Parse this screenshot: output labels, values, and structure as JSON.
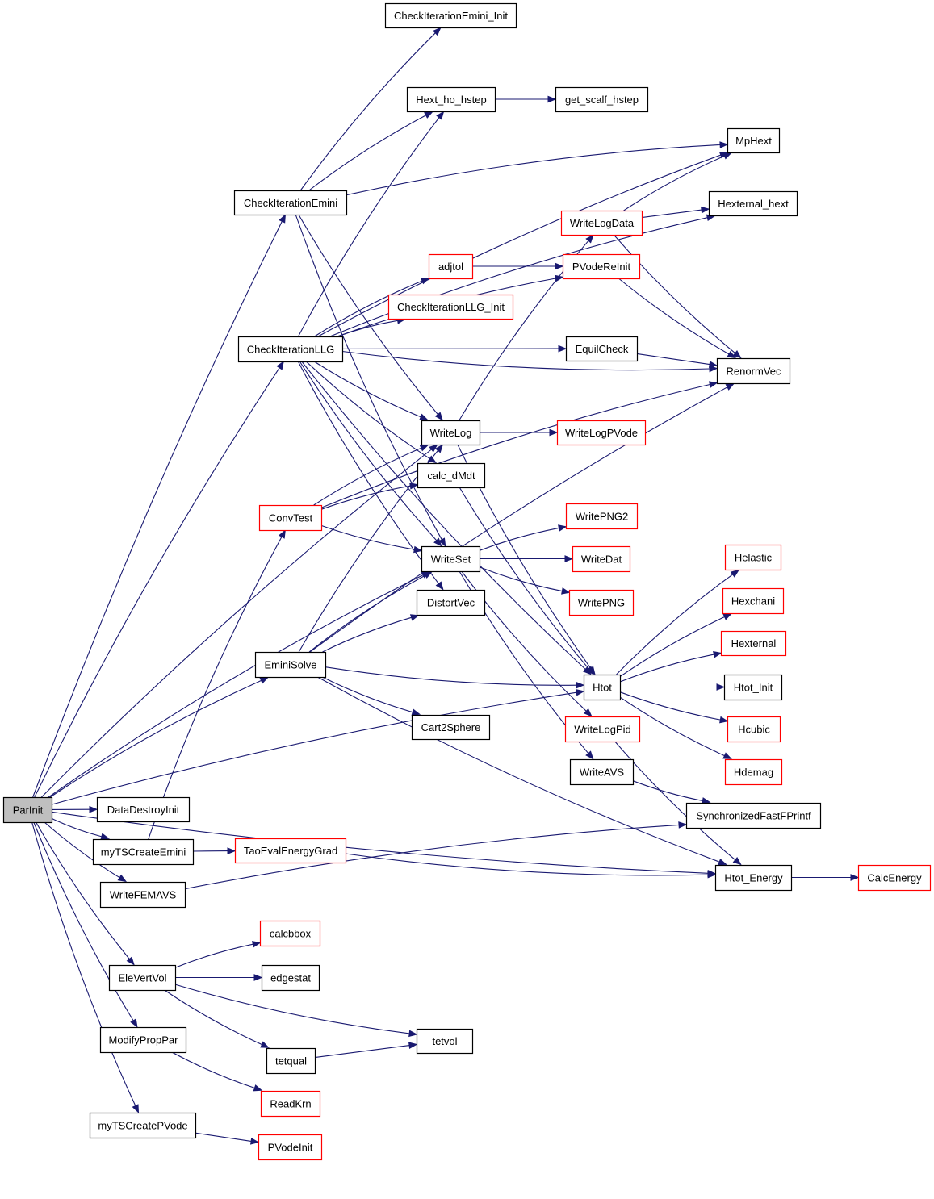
{
  "colors": {
    "edge": "#191970",
    "border_normal": "#000000",
    "border_external": "#ff0000",
    "fill_root": "#bfbfbf",
    "fill_normal": "#ffffff"
  },
  "nodes": [
    {
      "id": "ParInit",
      "label": "ParInit",
      "kind": "root"
    },
    {
      "id": "CheckIterationEmini_Init",
      "label": "CheckIterationEmini_Init",
      "kind": "normal"
    },
    {
      "id": "Hext_ho_hstep",
      "label": "Hext_ho_hstep",
      "kind": "normal"
    },
    {
      "id": "get_scalf_hstep",
      "label": "get_scalf_hstep",
      "kind": "normal"
    },
    {
      "id": "MpHext",
      "label": "MpHext",
      "kind": "normal"
    },
    {
      "id": "CheckIterationEmini",
      "label": "CheckIterationEmini",
      "kind": "normal"
    },
    {
      "id": "Hexternal_hext",
      "label": "Hexternal_hext",
      "kind": "normal"
    },
    {
      "id": "WriteLogData",
      "label": "WriteLogData",
      "kind": "external"
    },
    {
      "id": "adjtol",
      "label": "adjtol",
      "kind": "external"
    },
    {
      "id": "PVodeReInit",
      "label": "PVodeReInit",
      "kind": "external"
    },
    {
      "id": "CheckIterationLLG_Init",
      "label": "CheckIterationLLG_Init",
      "kind": "external"
    },
    {
      "id": "CheckIterationLLG",
      "label": "CheckIterationLLG",
      "kind": "normal"
    },
    {
      "id": "EquilCheck",
      "label": "EquilCheck",
      "kind": "normal"
    },
    {
      "id": "RenormVec",
      "label": "RenormVec",
      "kind": "normal"
    },
    {
      "id": "WriteLog",
      "label": "WriteLog",
      "kind": "normal"
    },
    {
      "id": "WriteLogPVode",
      "label": "WriteLogPVode",
      "kind": "external"
    },
    {
      "id": "calc_dMdt",
      "label": "calc_dMdt",
      "kind": "normal"
    },
    {
      "id": "ConvTest",
      "label": "ConvTest",
      "kind": "external"
    },
    {
      "id": "WritePNG2",
      "label": "WritePNG2",
      "kind": "external"
    },
    {
      "id": "WriteSet",
      "label": "WriteSet",
      "kind": "normal"
    },
    {
      "id": "WriteDat",
      "label": "WriteDat",
      "kind": "external"
    },
    {
      "id": "Helastic",
      "label": "Helastic",
      "kind": "external"
    },
    {
      "id": "WritePNG",
      "label": "WritePNG",
      "kind": "external"
    },
    {
      "id": "DistortVec",
      "label": "DistortVec",
      "kind": "normal"
    },
    {
      "id": "Hexchani",
      "label": "Hexchani",
      "kind": "external"
    },
    {
      "id": "Hexternal",
      "label": "Hexternal",
      "kind": "external"
    },
    {
      "id": "EminiSolve",
      "label": "EminiSolve",
      "kind": "normal"
    },
    {
      "id": "Htot",
      "label": "Htot",
      "kind": "normal"
    },
    {
      "id": "Htot_Init",
      "label": "Htot_Init",
      "kind": "normal"
    },
    {
      "id": "Cart2Sphere",
      "label": "Cart2Sphere",
      "kind": "normal"
    },
    {
      "id": "WriteLogPid",
      "label": "WriteLogPid",
      "kind": "external"
    },
    {
      "id": "Hcubic",
      "label": "Hcubic",
      "kind": "external"
    },
    {
      "id": "WriteAVS",
      "label": "WriteAVS",
      "kind": "normal"
    },
    {
      "id": "Hdemag",
      "label": "Hdemag",
      "kind": "external"
    },
    {
      "id": "DataDestroyInit",
      "label": "DataDestroyInit",
      "kind": "normal"
    },
    {
      "id": "SynchronizedFastFPrintf",
      "label": "SynchronizedFastFPrintf",
      "kind": "normal"
    },
    {
      "id": "myTSCreateEmini",
      "label": "myTSCreateEmini",
      "kind": "normal"
    },
    {
      "id": "TaoEvalEnergyGrad",
      "label": "TaoEvalEnergyGrad",
      "kind": "external"
    },
    {
      "id": "Htot_Energy",
      "label": "Htot_Energy",
      "kind": "normal"
    },
    {
      "id": "CalcEnergy",
      "label": "CalcEnergy",
      "kind": "external"
    },
    {
      "id": "WriteFEMAVS",
      "label": "WriteFEMAVS",
      "kind": "normal"
    },
    {
      "id": "calcbbox",
      "label": "calcbbox",
      "kind": "external"
    },
    {
      "id": "EleVertVol",
      "label": "EleVertVol",
      "kind": "normal"
    },
    {
      "id": "edgestat",
      "label": "edgestat",
      "kind": "normal"
    },
    {
      "id": "tetvol",
      "label": "tetvol",
      "kind": "normal"
    },
    {
      "id": "ModifyPropPar",
      "label": "ModifyPropPar",
      "kind": "normal"
    },
    {
      "id": "tetqual",
      "label": "tetqual",
      "kind": "normal"
    },
    {
      "id": "ReadKrn",
      "label": "ReadKrn",
      "kind": "external"
    },
    {
      "id": "myTSCreatePVode",
      "label": "myTSCreatePVode",
      "kind": "normal"
    },
    {
      "id": "PVodeInit",
      "label": "PVodeInit",
      "kind": "external"
    }
  ],
  "edges": [
    [
      "ParInit",
      "CheckIterationEmini"
    ],
    [
      "ParInit",
      "CheckIterationLLG"
    ],
    [
      "ParInit",
      "WriteLog"
    ],
    [
      "ParInit",
      "WriteSet"
    ],
    [
      "ParInit",
      "EminiSolve"
    ],
    [
      "ParInit",
      "Htot"
    ],
    [
      "ParInit",
      "DataDestroyInit"
    ],
    [
      "ParInit",
      "myTSCreateEmini"
    ],
    [
      "ParInit",
      "WriteFEMAVS"
    ],
    [
      "ParInit",
      "EleVertVol"
    ],
    [
      "ParInit",
      "ModifyPropPar"
    ],
    [
      "ParInit",
      "myTSCreatePVode"
    ],
    [
      "ParInit",
      "Htot_Energy"
    ],
    [
      "CheckIterationEmini",
      "CheckIterationEmini_Init"
    ],
    [
      "CheckIterationEmini",
      "Hext_ho_hstep"
    ],
    [
      "CheckIterationEmini",
      "MpHext"
    ],
    [
      "CheckIterationEmini",
      "WriteLog"
    ],
    [
      "CheckIterationEmini",
      "WriteSet"
    ],
    [
      "Hext_ho_hstep",
      "get_scalf_hstep"
    ],
    [
      "CheckIterationLLG",
      "Hext_ho_hstep"
    ],
    [
      "CheckIterationLLG",
      "MpHext"
    ],
    [
      "CheckIterationLLG",
      "Hexternal_hext"
    ],
    [
      "CheckIterationLLG",
      "PVodeReInit"
    ],
    [
      "CheckIterationLLG",
      "adjtol"
    ],
    [
      "CheckIterationLLG",
      "CheckIterationLLG_Init"
    ],
    [
      "CheckIterationLLG",
      "EquilCheck"
    ],
    [
      "CheckIterationLLG",
      "RenormVec"
    ],
    [
      "CheckIterationLLG",
      "WriteLog"
    ],
    [
      "CheckIterationLLG",
      "calc_dMdt"
    ],
    [
      "CheckIterationLLG",
      "WriteSet"
    ],
    [
      "CheckIterationLLG",
      "DistortVec"
    ],
    [
      "CheckIterationLLG",
      "Htot"
    ],
    [
      "WriteLogData",
      "MpHext"
    ],
    [
      "WriteLogData",
      "Hexternal_hext"
    ],
    [
      "WriteLogData",
      "RenormVec"
    ],
    [
      "adjtol",
      "PVodeReInit"
    ],
    [
      "PVodeReInit",
      "RenormVec"
    ],
    [
      "EquilCheck",
      "RenormVec"
    ],
    [
      "WriteLog",
      "WriteLogData"
    ],
    [
      "WriteLog",
      "WriteLogPVode"
    ],
    [
      "WriteLog",
      "Htot"
    ],
    [
      "calc_dMdt",
      "Htot"
    ],
    [
      "ConvTest",
      "WriteLog"
    ],
    [
      "ConvTest",
      "calc_dMdt"
    ],
    [
      "ConvTest",
      "WriteSet"
    ],
    [
      "ConvTest",
      "RenormVec"
    ],
    [
      "WriteSet",
      "WritePNG2"
    ],
    [
      "WriteSet",
      "WriteDat"
    ],
    [
      "WriteSet",
      "WritePNG"
    ],
    [
      "WriteSet",
      "WriteLogPid"
    ],
    [
      "WriteSet",
      "WriteAVS"
    ],
    [
      "EminiSolve",
      "WriteLog"
    ],
    [
      "EminiSolve",
      "WriteSet"
    ],
    [
      "EminiSolve",
      "DistortVec"
    ],
    [
      "EminiSolve",
      "RenormVec"
    ],
    [
      "EminiSolve",
      "Htot"
    ],
    [
      "EminiSolve",
      "Cart2Sphere"
    ],
    [
      "EminiSolve",
      "Htot_Energy"
    ],
    [
      "Htot",
      "Helastic"
    ],
    [
      "Htot",
      "Hexchani"
    ],
    [
      "Htot",
      "Hexternal"
    ],
    [
      "Htot",
      "Htot_Init"
    ],
    [
      "Htot",
      "Hcubic"
    ],
    [
      "Htot",
      "Hdemag"
    ],
    [
      "WriteLogPid",
      "Htot_Energy"
    ],
    [
      "WriteAVS",
      "SynchronizedFastFPrintf"
    ],
    [
      "myTSCreateEmini",
      "ConvTest"
    ],
    [
      "myTSCreateEmini",
      "TaoEvalEnergyGrad"
    ],
    [
      "TaoEvalEnergyGrad",
      "Htot_Energy"
    ],
    [
      "Htot_Energy",
      "CalcEnergy"
    ],
    [
      "WriteFEMAVS",
      "SynchronizedFastFPrintf"
    ],
    [
      "EleVertVol",
      "calcbbox"
    ],
    [
      "EleVertVol",
      "edgestat"
    ],
    [
      "EleVertVol",
      "tetvol"
    ],
    [
      "EleVertVol",
      "tetqual"
    ],
    [
      "tetqual",
      "tetvol"
    ],
    [
      "ModifyPropPar",
      "ReadKrn"
    ],
    [
      "myTSCreatePVode",
      "PVodeInit"
    ]
  ]
}
